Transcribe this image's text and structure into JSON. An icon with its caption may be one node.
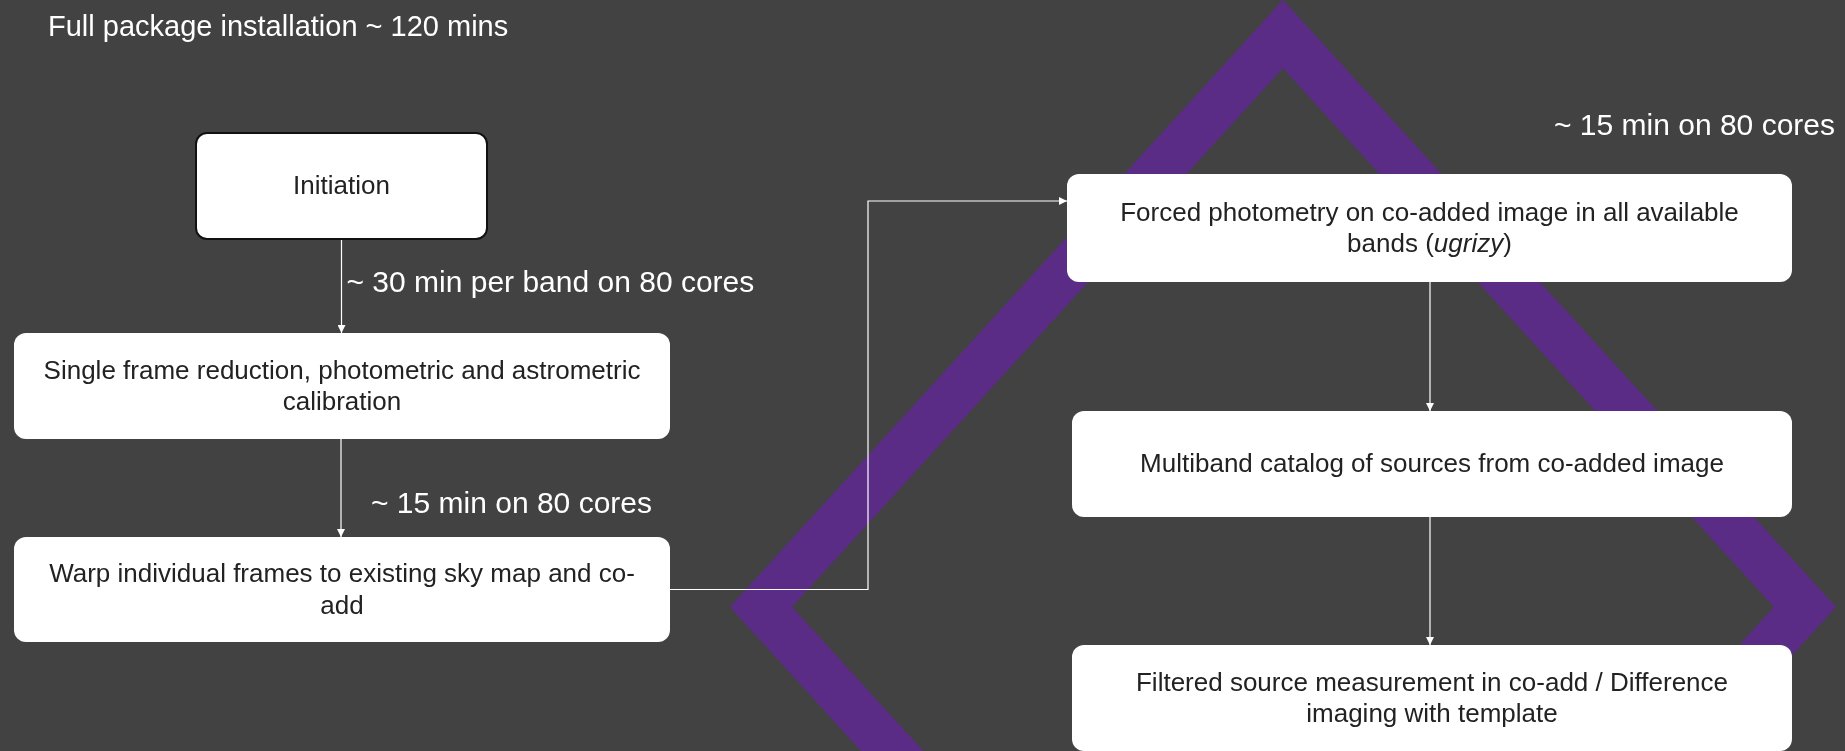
{
  "diagram": {
    "title": "Full package installation ~ 120 mins",
    "nodes": [
      {
        "text": [
          "Initiation"
        ]
      },
      {
        "text": [
          "Single frame reduction, photometric and astrometric calibration"
        ]
      },
      {
        "text": [
          "Warp individual frames to existing sky map and co-add"
        ]
      },
      {
        "text": [
          "Forced photometry on co-added image in all available bands (*ugrizy*)"
        ],
        "beside": [
          "~ 15 min on 80 cores"
        ]
      },
      {
        "text": [
          "Multiband catalog of sources from co-added image"
        ]
      },
      {
        "text": [
          "Filtered source measurement in co-add / Difference imaging with template"
        ]
      }
    ],
    "edges": [
      {
        "from": 0,
        "to": 1,
        "arrow": "to",
        "label": "~ 30 min per band on 80 cores"
      },
      {
        "from": 1,
        "to": 2,
        "arrow": "to",
        "label": "~ 15 min on 80 cores"
      },
      {
        "from": 2,
        "to": 3,
        "arrow": "to"
      },
      {
        "from": 3,
        "to": 4,
        "arrow": "to"
      },
      {
        "from": 4,
        "to": 5,
        "arrow": "to"
      }
    ]
  }
}
